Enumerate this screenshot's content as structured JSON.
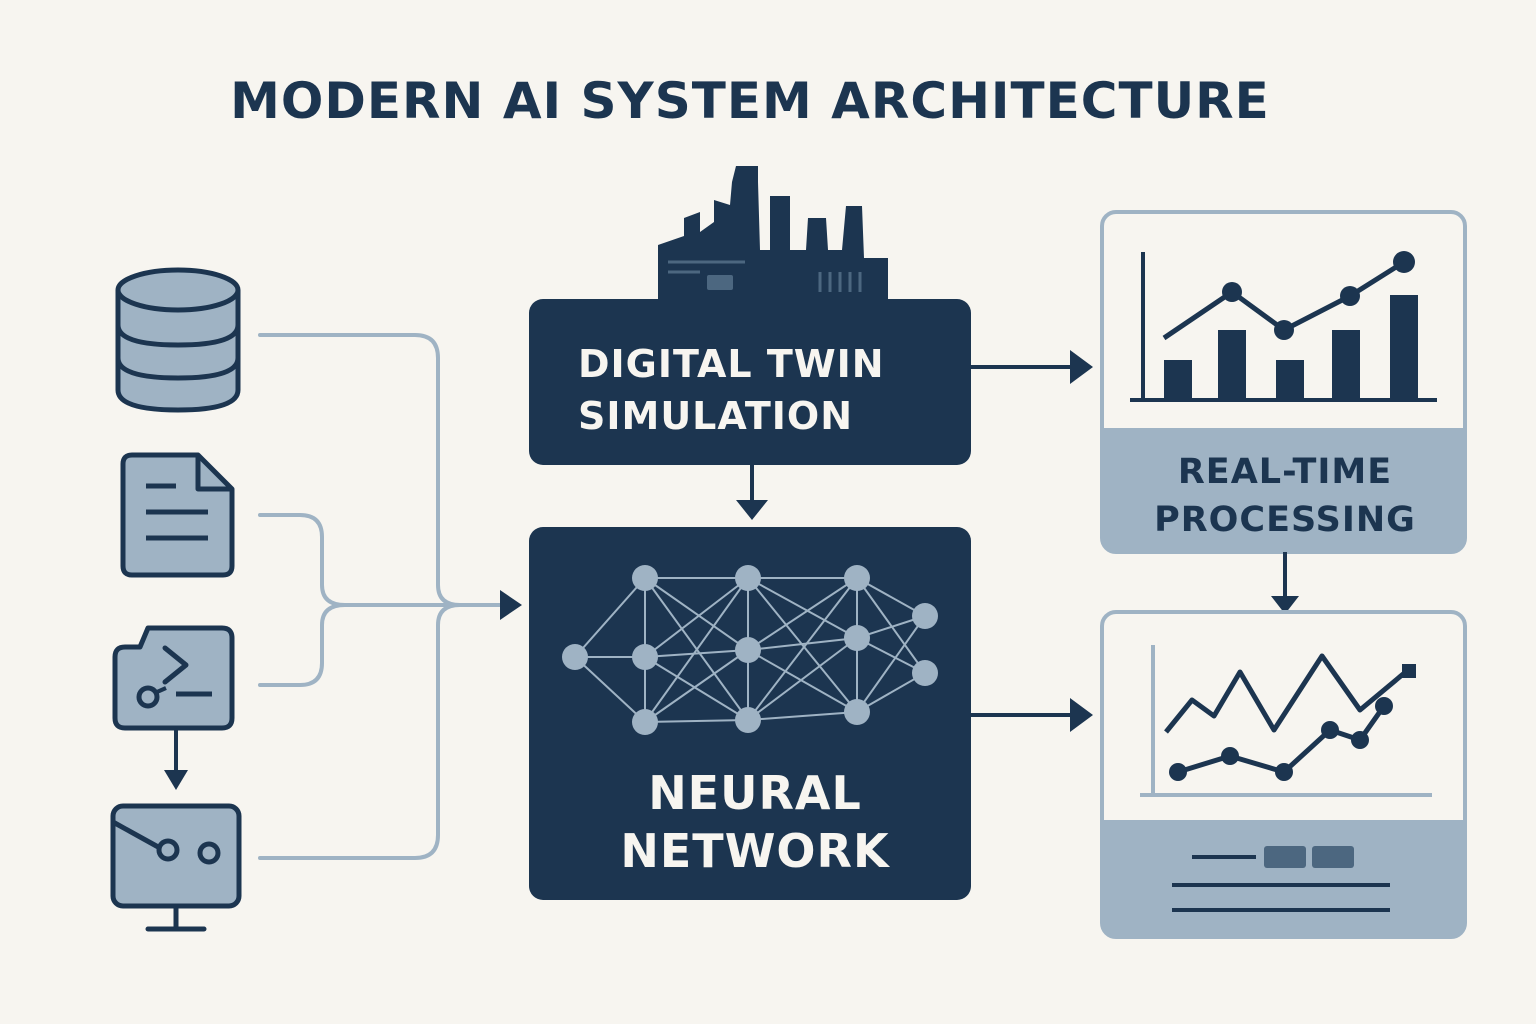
{
  "title": "MODERN AI SYSTEM ARCHITECTURE",
  "digital_twin": {
    "line1": "DIGITAL TWIN",
    "line2": "SIMULATION"
  },
  "neural_network": {
    "line1": "NEURAL",
    "line2": "NETWORK"
  },
  "real_time": {
    "line1": "REAL-TIME",
    "line2": "PROCESSING"
  },
  "colors": {
    "background": "#f7f5f0",
    "navy": "#1c3550",
    "slate": "#9fb3c4",
    "connector": "#9fb3c4",
    "node": "#9fb3c4"
  },
  "icons": [
    "database-icon",
    "document-icon",
    "terminal-icon",
    "monitor-icon",
    "factory-icon",
    "bar-chart-icon",
    "line-chart-icon"
  ]
}
